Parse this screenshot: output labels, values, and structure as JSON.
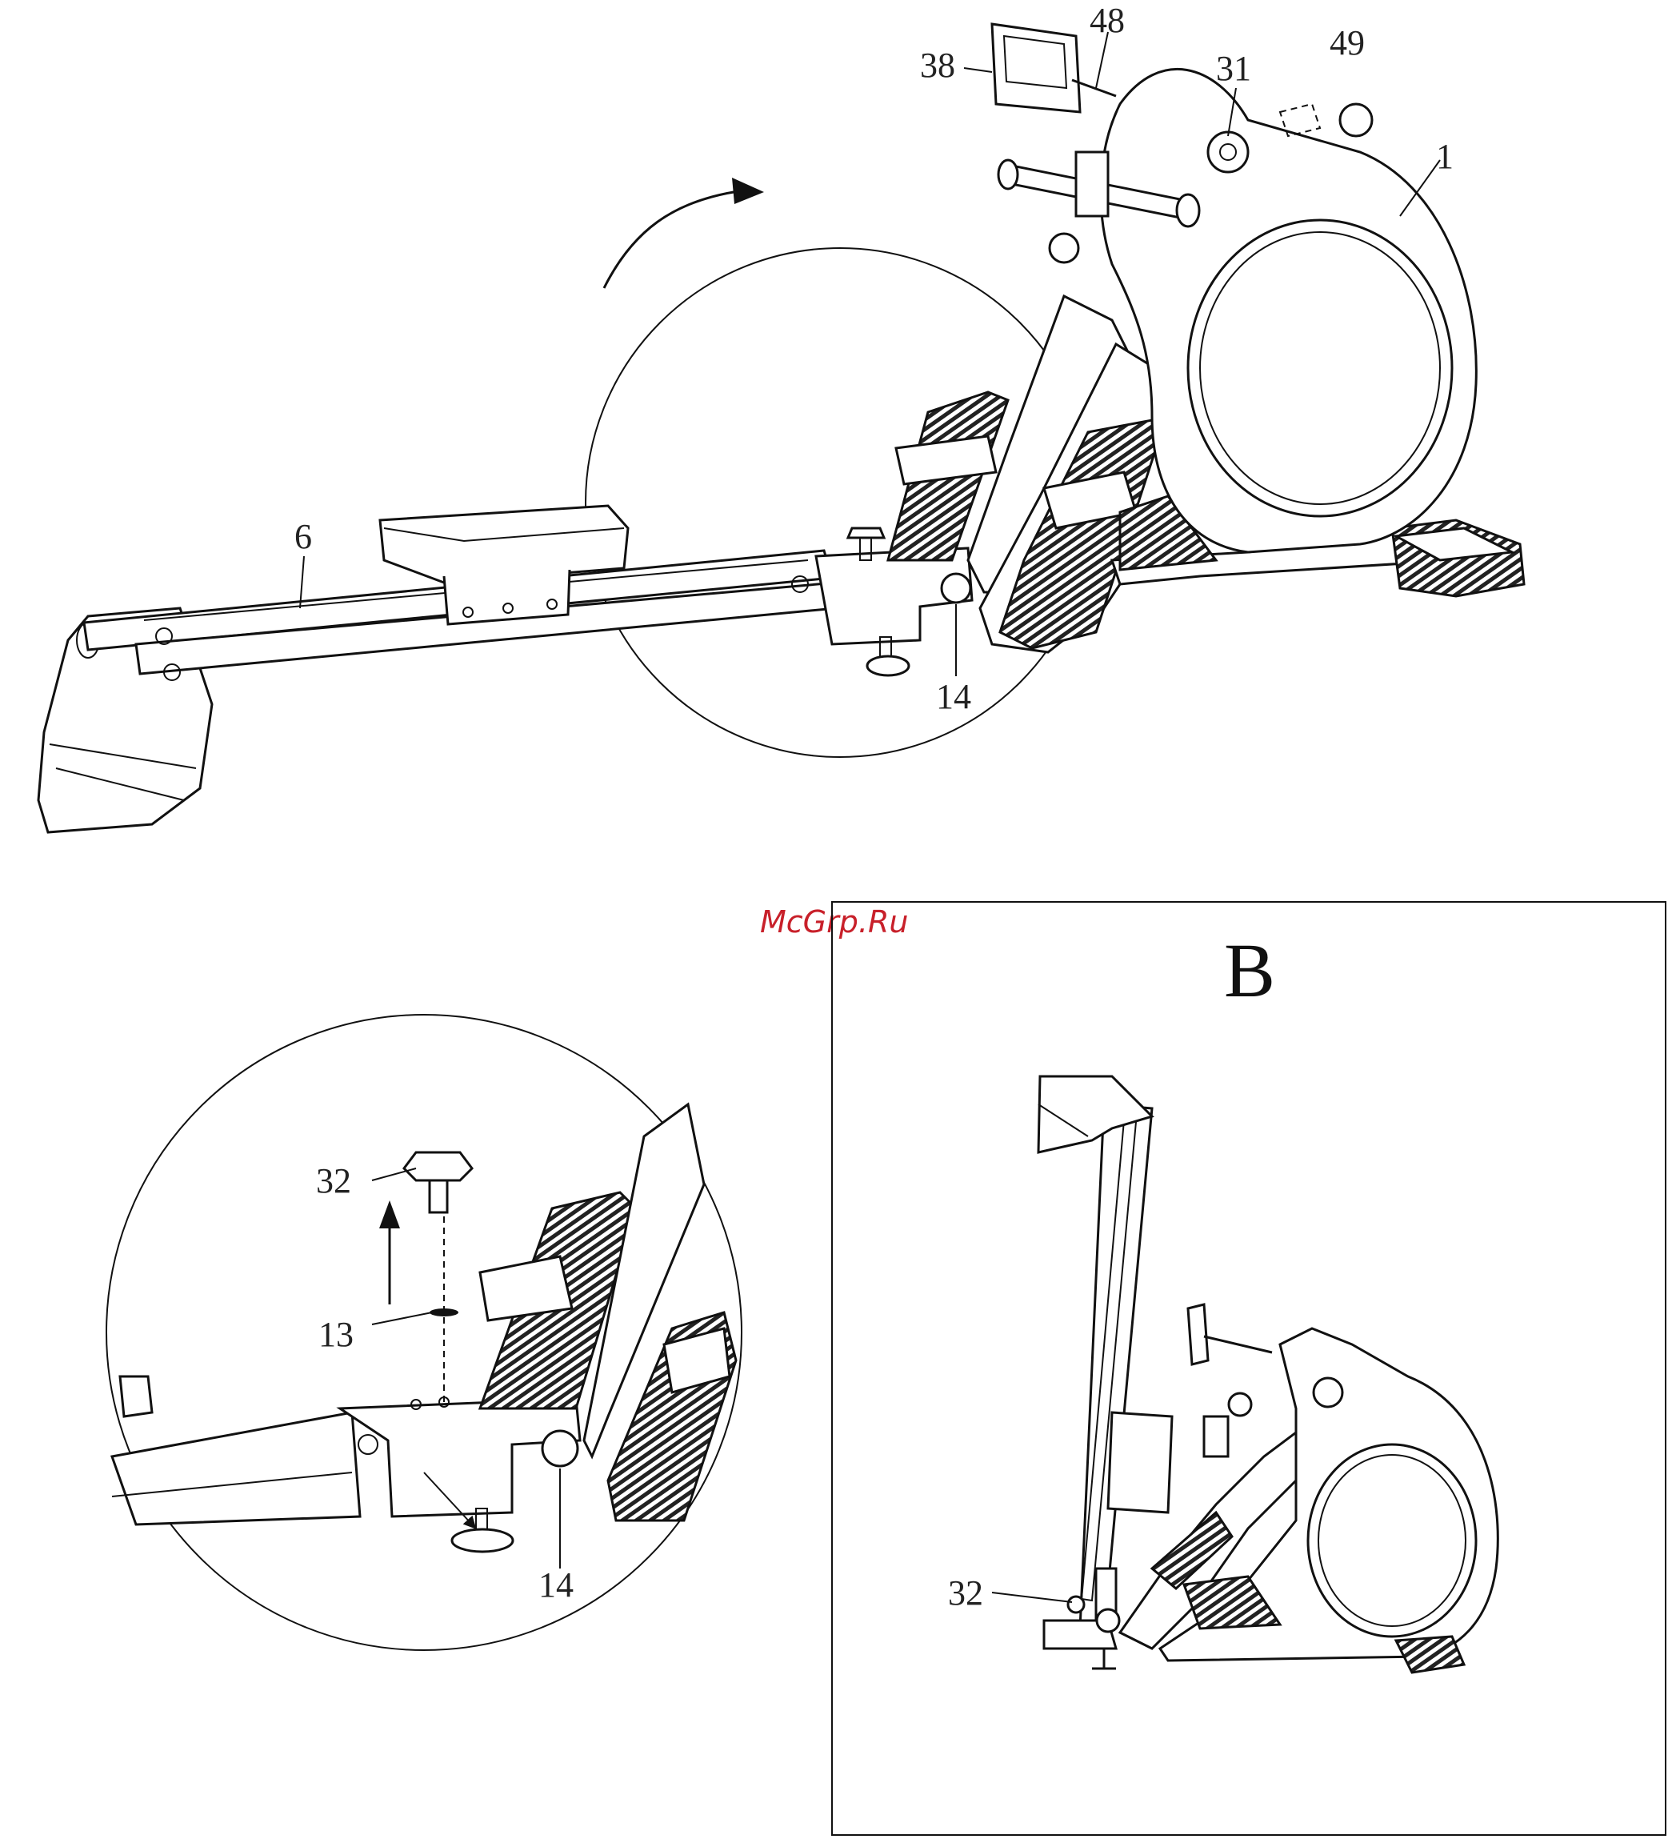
{
  "watermark": "McGrp.Ru",
  "panel_b": {
    "title": "B"
  },
  "labels": {
    "p38": "38",
    "p48": "48",
    "p31": "31",
    "p49": "49",
    "p1": "1",
    "p6": "6",
    "p14_top": "14",
    "p32_detail": "32",
    "p13": "13",
    "p14_detail": "14",
    "p32_b": "32"
  }
}
